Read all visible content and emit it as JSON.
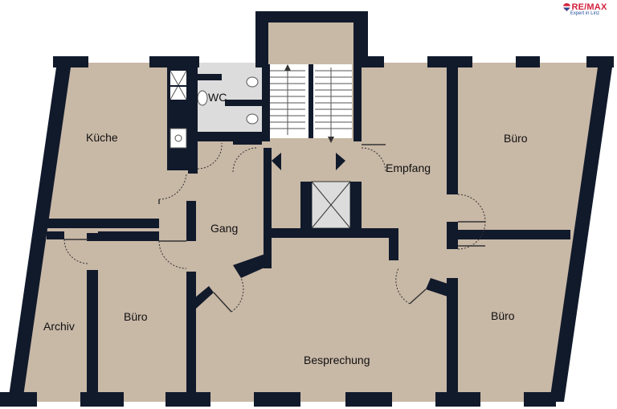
{
  "logo": {
    "brand": "RE/MAX",
    "tagline": "Expert in Linz",
    "colors": {
      "red": "#d4213d",
      "blue": "#1f4b99"
    }
  },
  "rooms": {
    "kueche": "Küche",
    "wc": "WC",
    "empfang": "Empfang",
    "buero_top": "Büro",
    "gang": "Gang",
    "archiv": "Archiv",
    "buero_left": "Büro",
    "buero_right": "Büro",
    "besprechung": "Besprechung"
  },
  "colors": {
    "floor": "#c8b8a6",
    "wet_floor": "#dcdcdc",
    "wall": "#111a2b",
    "window": "#ffffff"
  }
}
